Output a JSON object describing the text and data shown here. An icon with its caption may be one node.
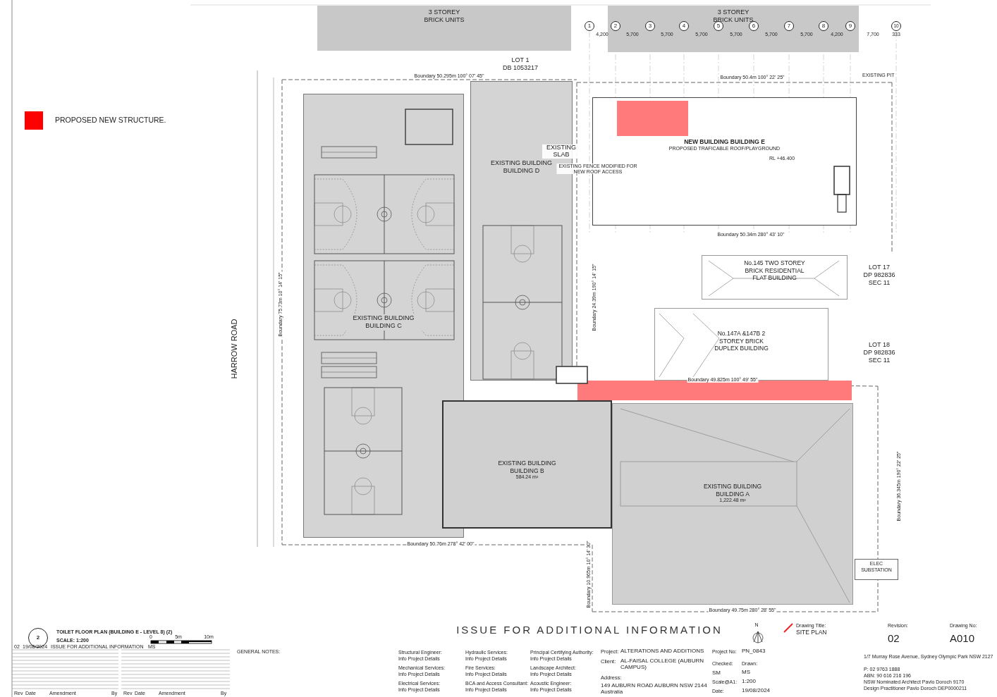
{
  "diagram": {
    "nodes": [
      {
        "text": [
          "3 STOREY BRICK UNITS"
        ]
      },
      {
        "text": [
          "3 STOREY BRICK UNITS"
        ]
      },
      {
        "text": [
          "EXISTING BUILDING BUILDING C"
        ]
      },
      {
        "text": [
          "EXISTING BUILDING BUILDING D"
        ]
      },
      {
        "text": [
          "NEW BUILDING BUILDING E",
          "PROPOSED TRAFICABLE ROOF/PLAYGROUND"
        ]
      },
      {
        "text": [
          "No.145 TWO STOREY BRICK RESIDENTIAL FLAT BUILDING"
        ]
      },
      {
        "text": [
          "No.147A &147B 2 STOREY BRICK DUPLEX BUILDING"
        ]
      },
      {
        "text": [
          "EXISTING BUILDING BUILDING B",
          "584.24 m²"
        ]
      },
      {
        "text": [
          "EXISTING BUILDING BUILDING A",
          "1,222.48 m²"
        ]
      },
      {
        "text": [
          "ELEC SUBSTATION"
        ]
      },
      {
        "text": [],
        "shape": "box",
        "in": 4
      },
      {
        "text": [],
        "shape": "box"
      }
    ],
    "labels": [
      "1",
      "2",
      "3",
      "4",
      "5",
      "6",
      "7",
      "8",
      "9",
      "10",
      "4,200",
      "5,700",
      "5,700",
      "5,700",
      "5,700",
      "5,700",
      "5,700",
      "4,200",
      "7,700",
      "333",
      "LOT 1",
      "DB 1053217",
      "Boundary 50.295m  100° 07' 45\"",
      "Boundary 50.4m  100° 22' 25\"",
      "EXISTING PIT",
      "EXISTING SLAB",
      "EXISTING FENCE MODIFIED FOR NEW ROOF ACCESS",
      "RL +46.400",
      "Boundary 50.34m  280° 43' 10\"",
      "LOT 17",
      "DP 982836",
      "SEC 11",
      "LOT 18",
      "DP 982836",
      "SEC 11",
      "Boundary 49.825m  100° 49' 55\"",
      "Boundary 75.73m  10° 14' 15\"",
      "HARROW ROAD",
      "Boundary 24.39m  190° 14' 15\"",
      "Boundary 36.345m  190° 22' 25\"",
      "Boundary 50.76m  278° 42' 00\"",
      "Boundary 10.965m  10° 14' 30\"",
      "Boundary 49.75m  280° 28' 55\"",
      "2",
      "TOILET FLOOR PLAN (BUILDING E - LEVEL 8) (2)",
      "SCALE: 1:200",
      "0",
      "5m",
      "10m",
      "02",
      "19/08/2024",
      "ISSUE FOR ADDITIONAL INFORMATION",
      "MS",
      "Rev",
      "Date",
      "Amendment",
      "By",
      "Rev",
      "Date",
      "Amendment",
      "By",
      "GENERAL NOTES:",
      "ISSUE FOR ADDITIONAL INFORMATION",
      "Structural Engineer:",
      "Info Project Details",
      "Hydraulic Services:",
      "Info Project Details",
      "Principal Certifying Authority:",
      "Info Project Details",
      "Mechanical Services:",
      "Info Project Details",
      "Fire Services:",
      "Info Project Details",
      "Landscape Architect:",
      "Info Project Details",
      "Electrical Services:",
      "Info Project Details",
      "BCA and Access Consultant:",
      "Info Project Details",
      "Acoustic Engineer:",
      "Info Project Details",
      "Project:",
      "ALTERATIONS AND ADDITIONS",
      "Client:",
      "AL-FAISAL COLLEGE (AUBURN CAMPUS)",
      "Address:",
      "149 AUBURN ROAD AUBURN NSW 2144 Australia",
      "Project No:",
      "PN_0843",
      "Checked:",
      "Drawn:",
      "SM",
      "MS",
      "Scale@A1:",
      "1:200",
      "Date:",
      "19/08/2024",
      "N",
      "Drawing Title:",
      "SITE PLAN",
      "Revision:",
      "02",
      "Drawing No:",
      "A010",
      "1/7 Murray Rose Avenue, Sydney Olympic Park NSW 2127",
      "P: 02 9763 1888",
      "ABN: 90 616 216 196",
      "NSW Nominated Architect Pavlo Doroch 9170",
      "Design Practitioner Pavlo Doroch DEP0000211"
    ],
    "legend": [
      {
        "text": "PROPOSED NEW STRUCTURE.",
        "color": "#ff0000"
      }
    ]
  }
}
